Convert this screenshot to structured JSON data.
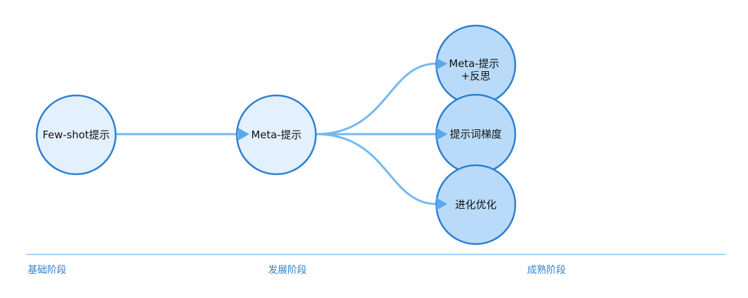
{
  "nodes": [
    {
      "id": "few-shot",
      "label": "Few-shot提示"
    },
    {
      "id": "meta",
      "label": "Meta-提示"
    },
    {
      "id": "meta-reflect",
      "label": "Meta-提示\n+反思"
    },
    {
      "id": "gradient",
      "label": "提示词梯度"
    },
    {
      "id": "evolution",
      "label": "进化优化"
    }
  ],
  "edges": [
    {
      "from": "few-shot",
      "to": "meta"
    },
    {
      "from": "meta",
      "to": "meta-reflect"
    },
    {
      "from": "meta",
      "to": "gradient"
    },
    {
      "from": "meta",
      "to": "evolution"
    }
  ],
  "stages": {
    "basic": "基础阶段",
    "developing": "发展阶段",
    "mature": "成熟阶段"
  },
  "colors": {
    "node_fill_light": "#e3f0fd",
    "node_fill_dark": "#b9dbf9",
    "node_stroke": "#2d7fd0",
    "edge": "#72b9ef",
    "arrow": "#5aa8ec",
    "timeline": "#a8d2f6",
    "stage_text": "#2f80d1"
  }
}
